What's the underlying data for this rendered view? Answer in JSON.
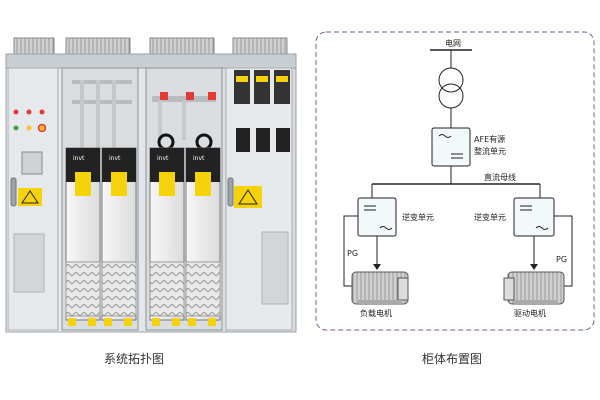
{
  "cabinet": {
    "brand": "invt"
  },
  "diagram": {
    "grid_label": "电网",
    "afe_label_line1": "AFE有源",
    "afe_label_line2": "整流单元",
    "dc_bus_label": "直流母线",
    "inverter_left_label": "逆变单元",
    "inverter_right_label": "逆变单元",
    "pg_left": "PG",
    "pg_right": "PG",
    "load_motor_label": "负载电机",
    "drive_motor_label": "驱动电机",
    "frame_color": "#7a5a8a"
  },
  "captions": {
    "left": "系统拓扑图",
    "right": "柜体布置图"
  }
}
